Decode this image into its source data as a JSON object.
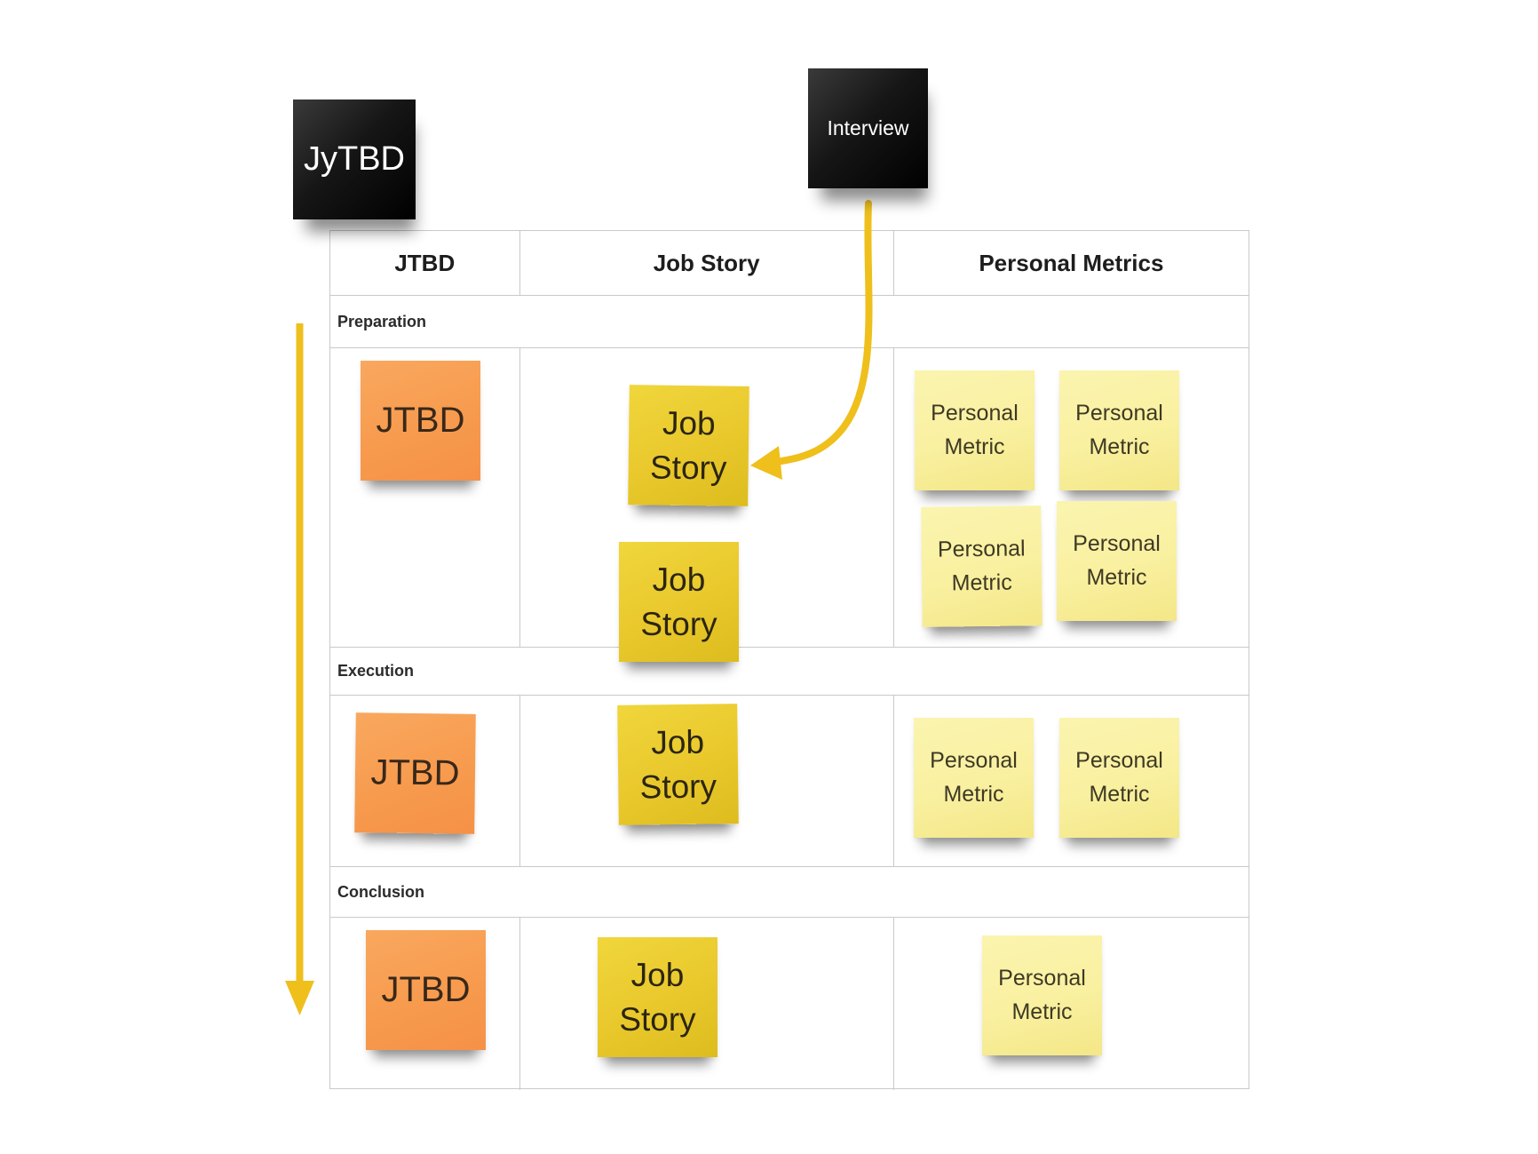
{
  "board": {
    "background": "#ffffff",
    "grid_line_color": "#c9c9c9"
  },
  "floating_notes": {
    "jytbd": "JyTBD",
    "interview": "Interview"
  },
  "table": {
    "columns": [
      "JTBD",
      "Job Story",
      "Personal Metrics"
    ],
    "row_labels": [
      "Preparation",
      "Execution",
      "Conclusion"
    ]
  },
  "note_types": {
    "jtbd": {
      "text": "JTBD",
      "color": "#f79b4e"
    },
    "job_story": {
      "line1": "Job",
      "line2": "Story",
      "color": "#e9c82c"
    },
    "personal_metric": {
      "line1": "Personal",
      "line2": "Metric",
      "color": "#f9f0a0"
    },
    "black_note_color": "#0d0d0d"
  },
  "note_counts": {
    "preparation": {
      "jtbd": 1,
      "job_story": 2,
      "personal_metric": 4
    },
    "execution": {
      "jtbd": 1,
      "job_story": 1,
      "personal_metric": 2
    },
    "conclusion": {
      "jtbd": 1,
      "job_story": 1,
      "personal_metric": 1
    }
  },
  "arrows": {
    "color": "#efbf1c",
    "vertical_flow": "top-to-bottom along left side",
    "curved": "from Interview note to first Job Story note"
  }
}
